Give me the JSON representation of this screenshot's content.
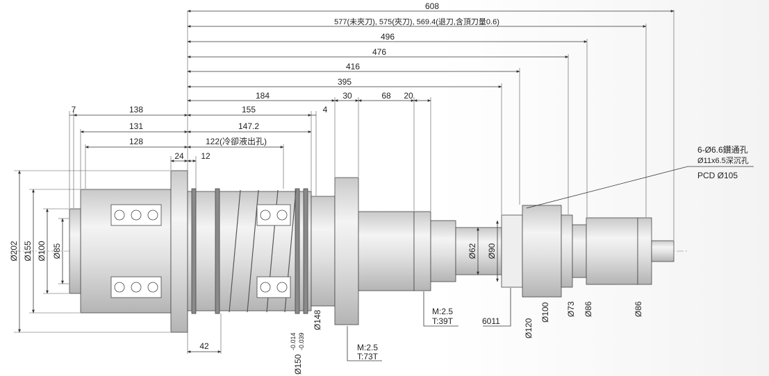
{
  "drawing": {
    "overall_dims": [
      "608",
      "577(未夾刀), 575(夾刀), 569.4(退刀,含頂刀量0.6)",
      "496",
      "476",
      "416",
      "395"
    ],
    "top_row_dims": [
      "184",
      "30",
      "68",
      "20"
    ],
    "left_dims": [
      "7",
      "138",
      "155",
      "4",
      "131",
      "147.2",
      "128",
      "122(冷卻液出孔)",
      "24",
      "12"
    ],
    "diameters_left": [
      "Ø202",
      "Ø155",
      "Ø100",
      "Ø85"
    ],
    "bottom_left": {
      "len": "42",
      "d150": "Ø150",
      "tol_upper": "-0.014",
      "tol_lower": "-0.039",
      "d148": "Ø148"
    },
    "gear1": {
      "module": "M:2.5",
      "teeth": "T:73T"
    },
    "gear2": {
      "module": "M:2.5",
      "teeth": "T:39T"
    },
    "diameters_mid": [
      "Ø62",
      "Ø90"
    ],
    "bearing": "6011",
    "diameters_right": [
      "Ø120",
      "Ø100",
      "Ø73",
      "Ø86",
      "Ø86"
    ],
    "hole_note": [
      "6-Ø6.6鑽通孔",
      "Ø11x6.5深沉孔",
      "PCD Ø105"
    ]
  }
}
